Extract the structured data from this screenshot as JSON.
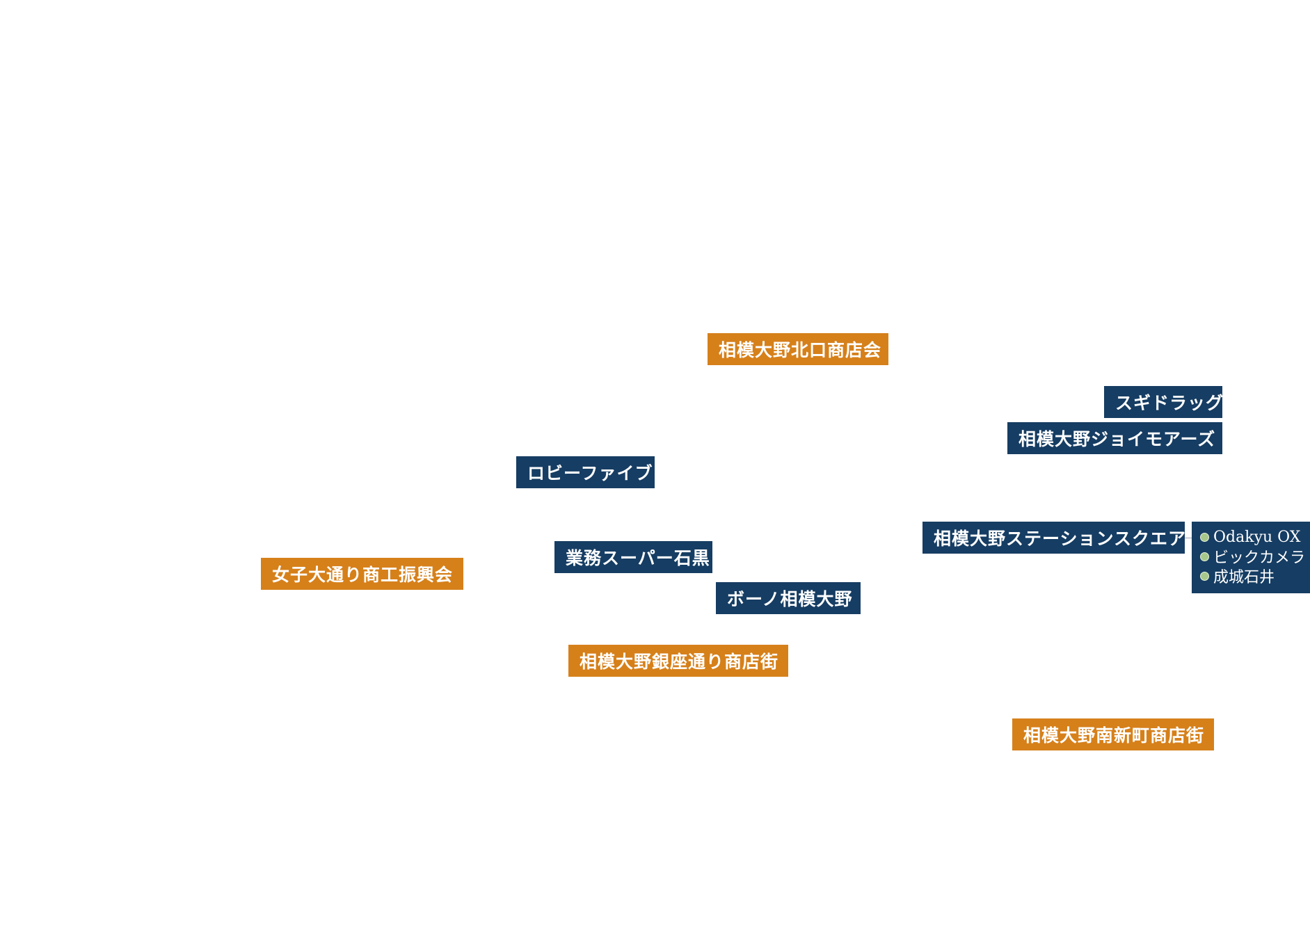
{
  "colors": {
    "shopping_street": "#d6801a",
    "store": "#163d63",
    "tenant_bullet": "#a7c88a"
  },
  "shopping_streets": {
    "kitaguchi": "相模大野北口商店会",
    "joshidai": "女子大通り商工振興会",
    "ginza": "相模大野銀座通り商店街",
    "minami_shinmachi": "相模大野南新町商店街"
  },
  "stores": {
    "sugi_drug": "スギドラッグ",
    "joy_more": "相模大野ジョイモアーズ",
    "lobby_five": "ロビーファイブ",
    "gyomu_super": "業務スーパー石黒",
    "bono": "ボーノ相模大野",
    "station_square": "相模大野ステーションスクエア"
  },
  "station_square_tenants": [
    "Odakyu OX",
    "ビックカメラ",
    "成城石井"
  ]
}
